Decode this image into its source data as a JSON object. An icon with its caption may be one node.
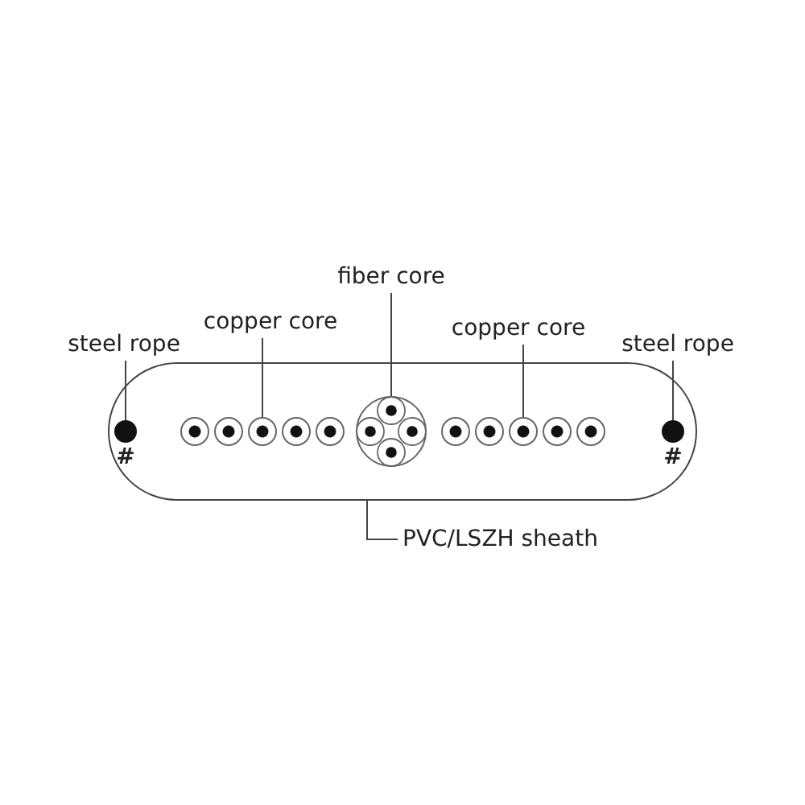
{
  "diagram": {
    "nodes": [
      {
        "text": [],
        "shape": "box"
      },
      {
        "text": [],
        "shape": "circle",
        "in": 0,
        "beside": [
          "#"
        ]
      },
      {
        "text": [],
        "shape": "circle",
        "in": 0
      },
      {
        "text": [],
        "shape": "circle",
        "in": 0
      },
      {
        "text": [],
        "shape": "circle",
        "in": 0
      },
      {
        "text": [],
        "shape": "circle",
        "in": 0
      },
      {
        "text": [],
        "shape": "circle",
        "in": 0
      },
      {
        "text": [],
        "shape": "circle",
        "in": 0
      },
      {
        "text": [],
        "shape": "circle",
        "in": 0
      },
      {
        "text": [],
        "shape": "circle",
        "in": 0
      },
      {
        "text": [],
        "shape": "circle",
        "in": 0
      },
      {
        "text": [],
        "shape": "circle",
        "in": 0
      },
      {
        "text": [],
        "shape": "circle",
        "in": 0
      },
      {
        "text": [],
        "shape": "circle",
        "in": 0,
        "beside": [
          "#"
        ]
      },
      {
        "text": [
          "steel rope"
        ]
      },
      {
        "text": [
          "copper core"
        ]
      },
      {
        "text": [
          "fiber core"
        ]
      },
      {
        "text": [
          "copper core"
        ]
      },
      {
        "text": [
          "steel rope"
        ]
      },
      {
        "text": [
          "PVC/LSZH sheath"
        ]
      }
    ],
    "edges": [
      {
        "from": 14,
        "to": 1,
        "arrow": "none"
      },
      {
        "from": 15,
        "to": 4,
        "arrow": "none"
      },
      {
        "from": 16,
        "to": 7,
        "arrow": "none"
      },
      {
        "from": 17,
        "to": 10,
        "arrow": "none"
      },
      {
        "from": 18,
        "to": 13,
        "arrow": "none"
      },
      {
        "from": 19,
        "to": 0,
        "arrow": "none"
      }
    ]
  }
}
